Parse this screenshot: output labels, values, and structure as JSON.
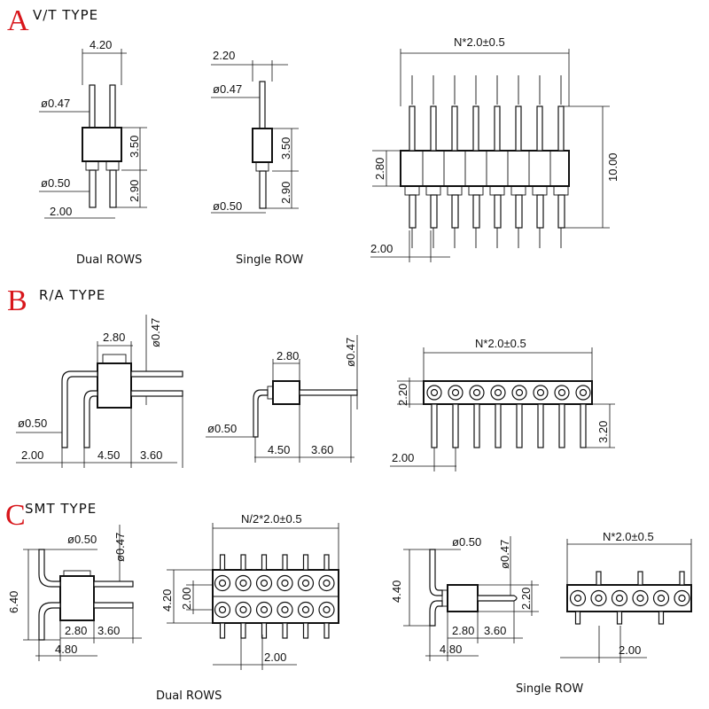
{
  "sections": {
    "a": {
      "letter": "A",
      "title": "V/T TYPE"
    },
    "b": {
      "letter": "B",
      "title": "R/A TYPE"
    },
    "c": {
      "letter": "C",
      "title": "SMT TYPE"
    }
  },
  "captions": {
    "vt_dual": "Dual ROWS",
    "vt_single": "Single ROW",
    "smt_dual": "Dual ROWS",
    "smt_single": "Single ROW"
  },
  "dims": {
    "vt_d_width": "4.20",
    "vt_d_pin": "ø0.47",
    "vt_d_body": "3.50",
    "vt_d_tail": "ø0.50",
    "vt_d_tail_len": "2.90",
    "vt_d_pitch": "2.00",
    "vt_s_width": "2.20",
    "vt_s_pin": "ø0.47",
    "vt_s_body": "3.50",
    "vt_s_tail_len": "2.90",
    "vt_s_tail": "ø0.50",
    "vt_m_total": "N*2.0±0.5",
    "vt_m_body": "2.80",
    "vt_m_height": "10.00",
    "vt_m_pitch": "2.00",
    "ra_d_body": "2.80",
    "ra_d_pin": "ø0.47",
    "ra_d_tail": "ø0.50",
    "ra_d_pitch": "2.00",
    "ra_d_len": "4.50",
    "ra_d_ext": "3.60",
    "ra_s_body": "2.80",
    "ra_s_pin": "ø0.47",
    "ra_s_tail": "ø0.50",
    "ra_s_len": "4.50",
    "ra_s_ext": "3.60",
    "ra_m_total": "N*2.0±0.5",
    "ra_m_body": "2.20",
    "ra_m_tail": "3.20",
    "ra_m_pitch": "2.00",
    "smt_d_tail": "ø0.50",
    "smt_d_pin": "ø0.47",
    "smt_d_height": "6.40",
    "smt_d_body": "2.80",
    "smt_d_ext": "3.60",
    "smt_d_len": "4.80",
    "smt_dt_total": "N/2*2.0±0.5",
    "smt_dt_outer": "4.20",
    "smt_dt_inner": "2.00",
    "smt_dt_pitch": "2.00",
    "smt_s_tail": "ø0.50",
    "smt_s_pin": "ø0.47",
    "smt_s_height": "4.40",
    "smt_s_body_h": "2.20",
    "smt_s_body": "2.80",
    "smt_s_ext": "3.60",
    "smt_s_len": "4.80",
    "smt_st_total": "N*2.0±0.5",
    "smt_st_pitch": "2.00"
  }
}
